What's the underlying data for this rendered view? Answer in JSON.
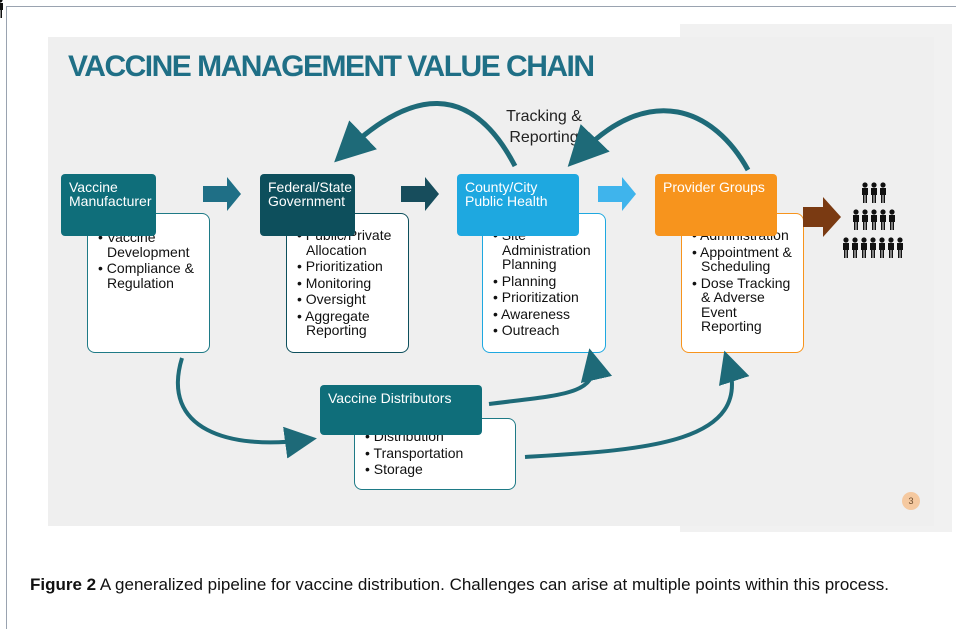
{
  "slide": {
    "title": "VACCINE MANAGEMENT VALUE CHAIN",
    "tracking_label": "Tracking &\nReporting",
    "page_number": "3"
  },
  "nodes": [
    {
      "header": "Vaccine\nManufacturer",
      "header_color": "#0f6e7a",
      "items": [
        "Vaccine Development",
        "Compliance & Regulation"
      ]
    },
    {
      "header": "Federal/State\nGovernment",
      "header_color": "#0d4f5c",
      "items": [
        "Public/Private Allocation",
        "Prioritization",
        "Monitoring",
        "Oversight",
        "Aggregate Reporting"
      ]
    },
    {
      "header": "County/City\nPublic Health",
      "header_color": "#1ea8e0",
      "items": [
        "Site Administration Planning",
        "Planning",
        "Prioritization",
        "Awareness",
        "Outreach"
      ]
    },
    {
      "header": "Provider Groups",
      "header_color": "#f7941d",
      "items": [
        "Administration",
        "Appointment & Scheduling",
        "Dose Tracking & Adverse Event Reporting"
      ]
    }
  ],
  "distributors": {
    "header": "Vaccine Distributors",
    "header_color": "#0f6e7a",
    "items": [
      "Distribution",
      "Transportation",
      "Storage"
    ]
  },
  "icons": {
    "people": "people-group-icon",
    "output_arrow": "brown-arrow-icon"
  },
  "colors": {
    "arrow_teal": "#1e6a78",
    "arrow_blue": "#3fb4ec",
    "arrow_brown": "#7a3a12"
  },
  "caption": {
    "label": "Figure 2",
    "text": "A generalized pipeline for vaccine distribution. Challenges can arise at multiple points within this process."
  }
}
